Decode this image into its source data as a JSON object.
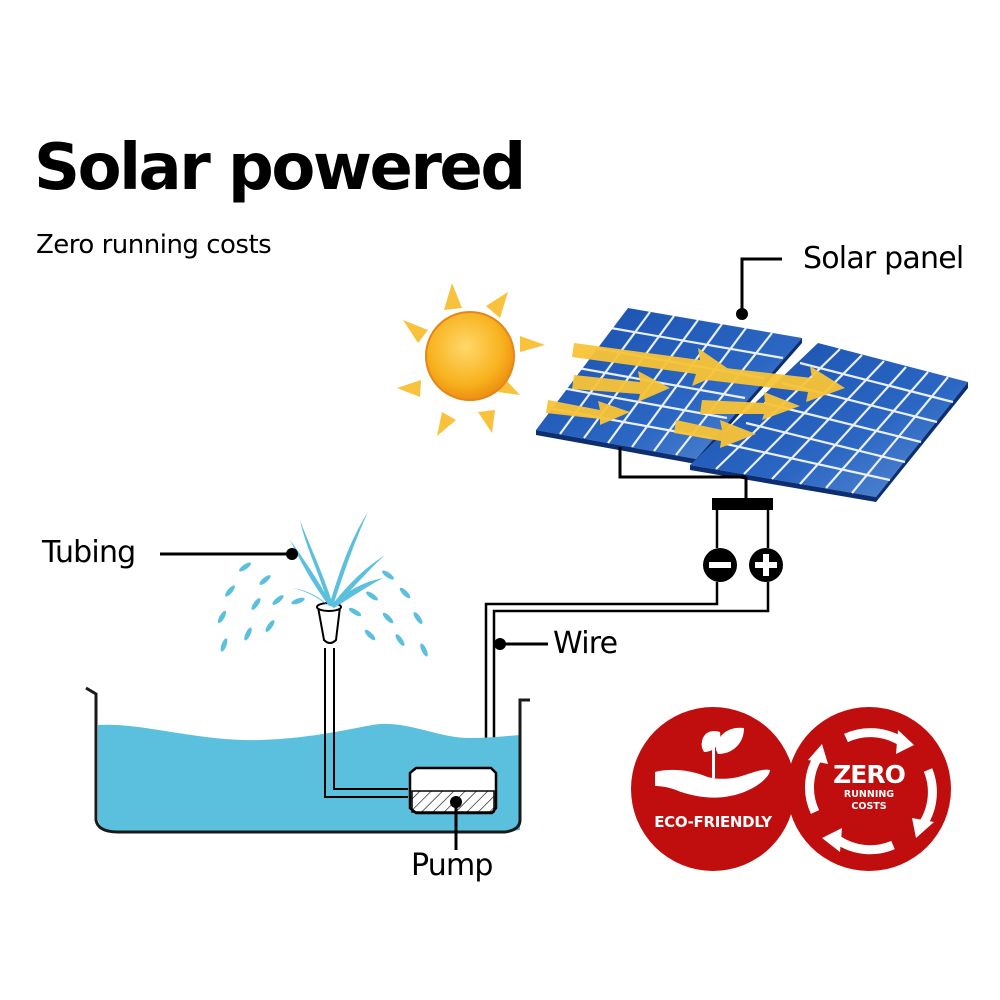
{
  "heading": {
    "title": "Solar powered",
    "subtitle": "Zero running costs"
  },
  "diagram": {
    "labels": {
      "solar_panel": "Solar panel",
      "tubing": "Tubing",
      "wire": "Wire",
      "pump": "Pump"
    },
    "terminals": {
      "negative": "−",
      "positive": "+"
    },
    "icons": [
      "sun-icon",
      "solar-panel-icon",
      "fountain-icon",
      "pond-icon",
      "pump-icon",
      "battery-terminal-icon"
    ]
  },
  "badges": [
    {
      "label": "ECO-FRIENDLY",
      "icon": "hand-plant-icon"
    },
    {
      "big": "ZERO",
      "line1": "RUNNING",
      "line2": "COSTS",
      "icon": "cycle-arrows-icon"
    }
  ],
  "colors": {
    "panel_blue": "#1f5bb8",
    "sun_yellow": "#f9b625",
    "arrow_yellow": "#f8c437",
    "water": "#5bbfde",
    "badge_red": "#c00d0d",
    "text": "#000000"
  }
}
